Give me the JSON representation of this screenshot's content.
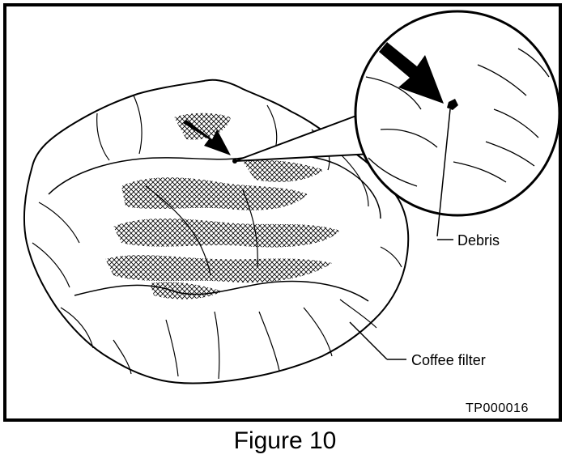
{
  "labels": {
    "debris": "Debris",
    "coffee_filter": "Coffee filter",
    "figure_code": "TP000016"
  },
  "caption": "Figure 10",
  "colors": {
    "ink": "#000000",
    "paper": "#ffffff"
  },
  "icons": [
    "arrow-pointer-icon",
    "magnifier-callout",
    "coffee-filter-drawing"
  ]
}
